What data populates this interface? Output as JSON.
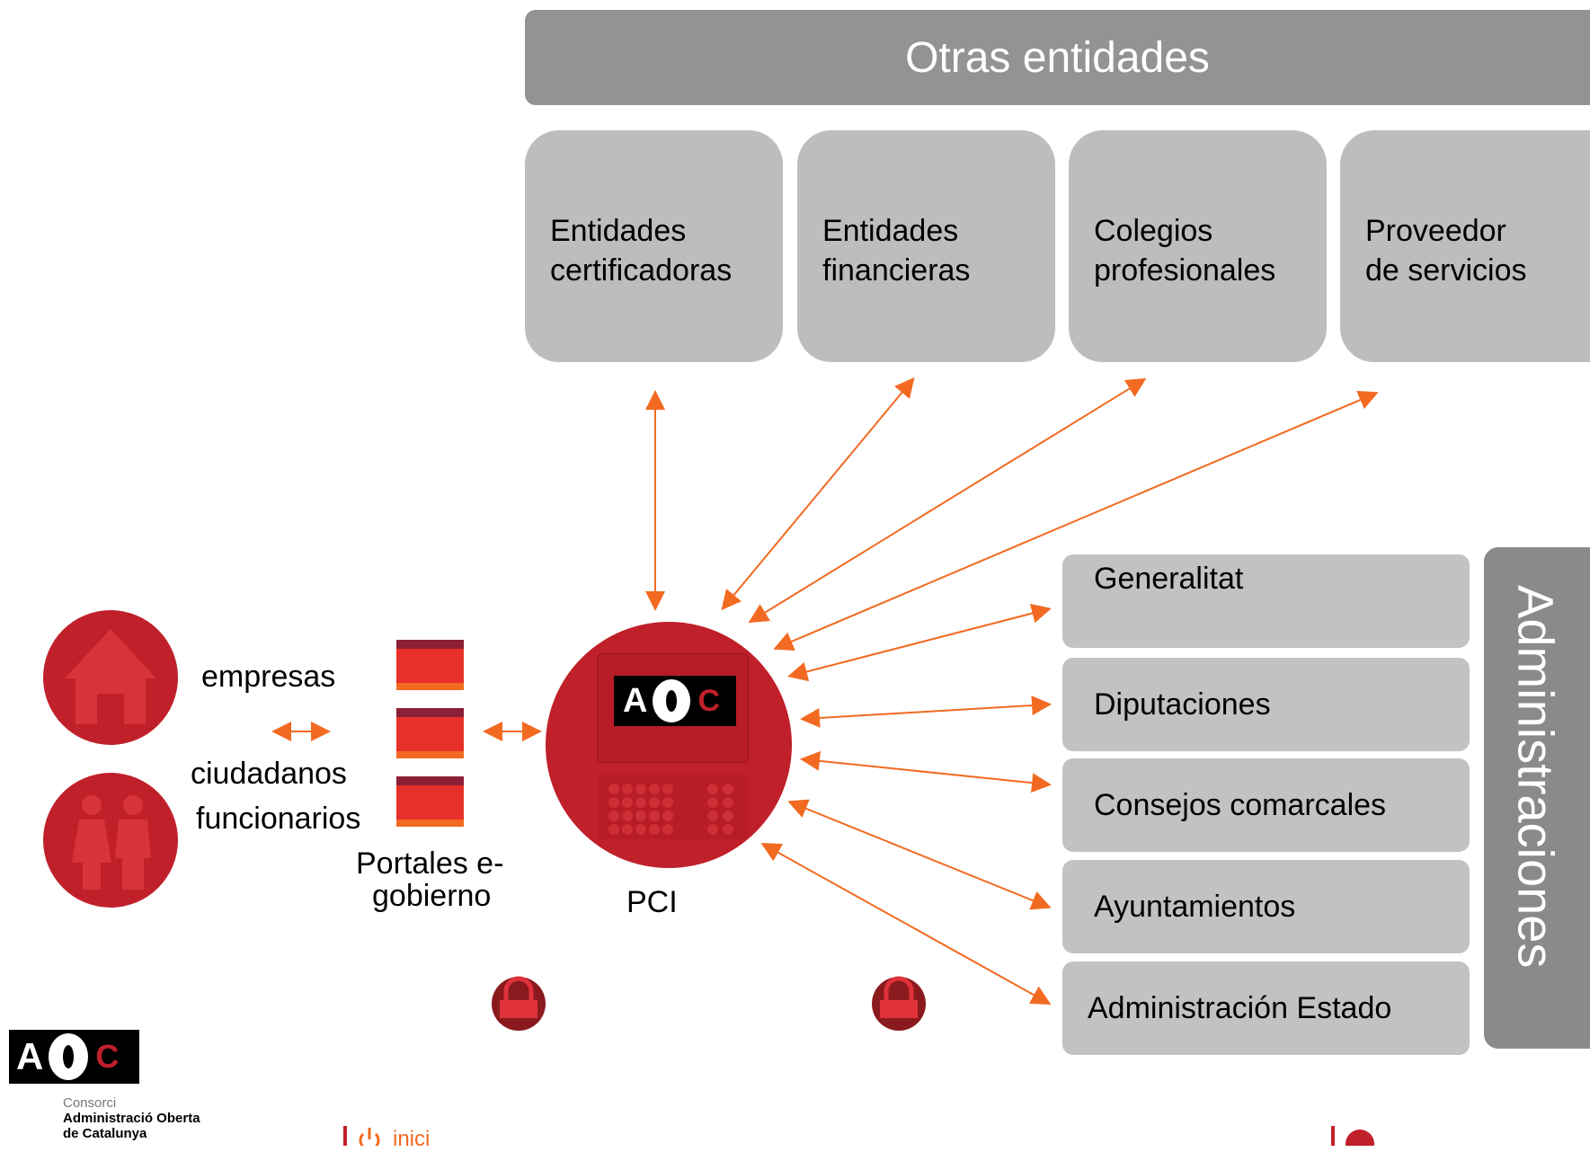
{
  "header": {
    "title": "Otras entidades"
  },
  "entities": [
    {
      "line1": "Entidades",
      "line2": "certificadoras"
    },
    {
      "line1": "Entidades",
      "line2": "financieras"
    },
    {
      "line1": "Colegios",
      "line2": "profesionales"
    },
    {
      "line1": "Proveedor",
      "line2": "de servicios"
    }
  ],
  "administrations": {
    "title": "Administraciones",
    "items": [
      "Generalitat",
      "Diputaciones",
      "Consejos comarcales",
      "Ayuntamientos",
      "Administración Estado"
    ]
  },
  "left": {
    "empresas": "empresas",
    "ciudadanos": "ciudadanos",
    "funcionarios": "funcionarios",
    "portales_line1": "Portales e-",
    "portales_line2": "gobierno",
    "pci": "PCI"
  },
  "logo": {
    "letters_a": "A",
    "letters_c": "C",
    "line1": "Consorci",
    "line2": "Administració Oberta",
    "line3": "de Catalunya"
  },
  "footer": {
    "home_link": "inici"
  },
  "colors": {
    "accent": "#f26a21",
    "red": "#c0202a",
    "grey_dark": "#939393",
    "grey_light": "#bdbdbd"
  }
}
